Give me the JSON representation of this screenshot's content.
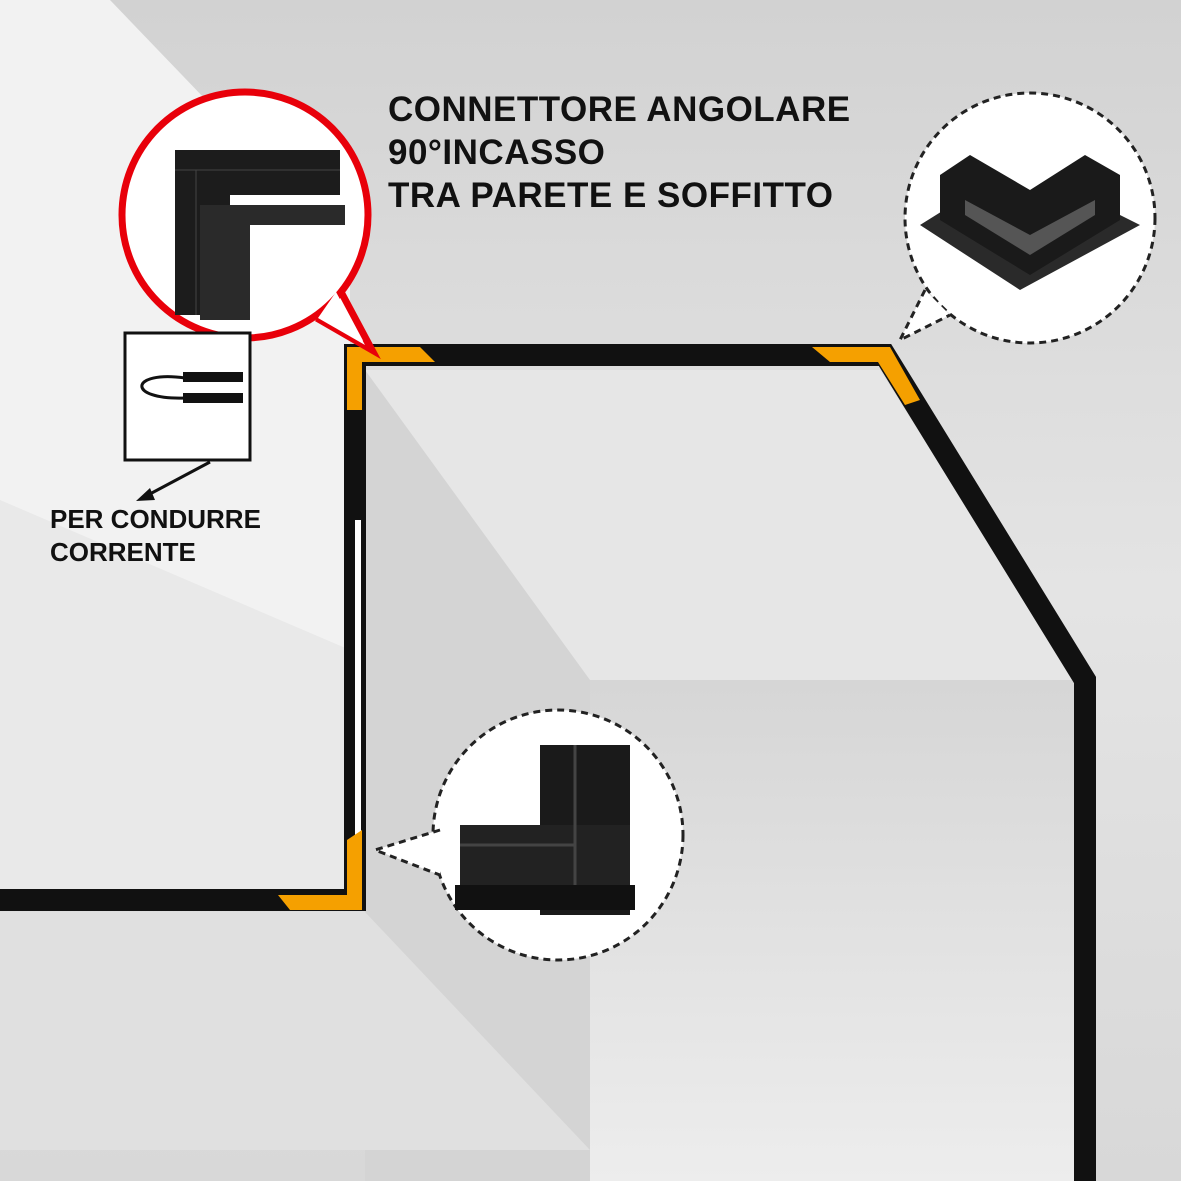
{
  "title": {
    "line1": "CONNETTORE ANGOLARE",
    "line2": "90°INCASSO",
    "line3": "TRA PARETE E SOFFITTO"
  },
  "note": {
    "line1": "PER CONDURRE",
    "line2": "CORRENTE"
  },
  "colors": {
    "track": "#111111",
    "accent": "#f5a000",
    "highlight_circle": "#e8000a"
  }
}
